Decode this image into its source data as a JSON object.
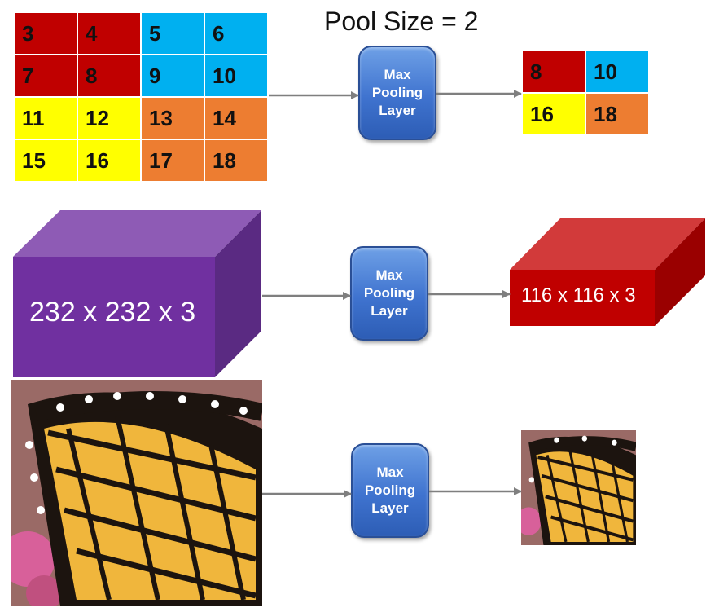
{
  "title": "Pool Size = 2",
  "colors": {
    "red": "#c00000",
    "blue": "#00b0f0",
    "yellow": "#ffff00",
    "orange": "#ed7d31",
    "purple": "#7030a0",
    "node": "#4472c4",
    "arrow": "#7f7f7f"
  },
  "input_grid": [
    [
      {
        "v": "3",
        "c": "red"
      },
      {
        "v": "4",
        "c": "red"
      },
      {
        "v": "5",
        "c": "blue"
      },
      {
        "v": "6",
        "c": "blue"
      }
    ],
    [
      {
        "v": "7",
        "c": "red"
      },
      {
        "v": "8",
        "c": "red"
      },
      {
        "v": "9",
        "c": "blue"
      },
      {
        "v": "10",
        "c": "blue"
      }
    ],
    [
      {
        "v": "11",
        "c": "yellow"
      },
      {
        "v": "12",
        "c": "yellow"
      },
      {
        "v": "13",
        "c": "orange"
      },
      {
        "v": "14",
        "c": "orange"
      }
    ],
    [
      {
        "v": "15",
        "c": "yellow"
      },
      {
        "v": "16",
        "c": "yellow"
      },
      {
        "v": "17",
        "c": "orange"
      },
      {
        "v": "18",
        "c": "orange"
      }
    ]
  ],
  "output_grid": [
    [
      {
        "v": "8",
        "c": "red"
      },
      {
        "v": "10",
        "c": "blue"
      }
    ],
    [
      {
        "v": "16",
        "c": "yellow"
      },
      {
        "v": "18",
        "c": "orange"
      }
    ]
  ],
  "pooling_layer_label": "Max\nPooling\nLayer",
  "input_volume_label": "232 x 232 x 3",
  "output_volume_label": "116 x 116 x 3",
  "images": {
    "input": "butterfly-wing-photo",
    "output": "butterfly-wing-photo-downsampled"
  }
}
